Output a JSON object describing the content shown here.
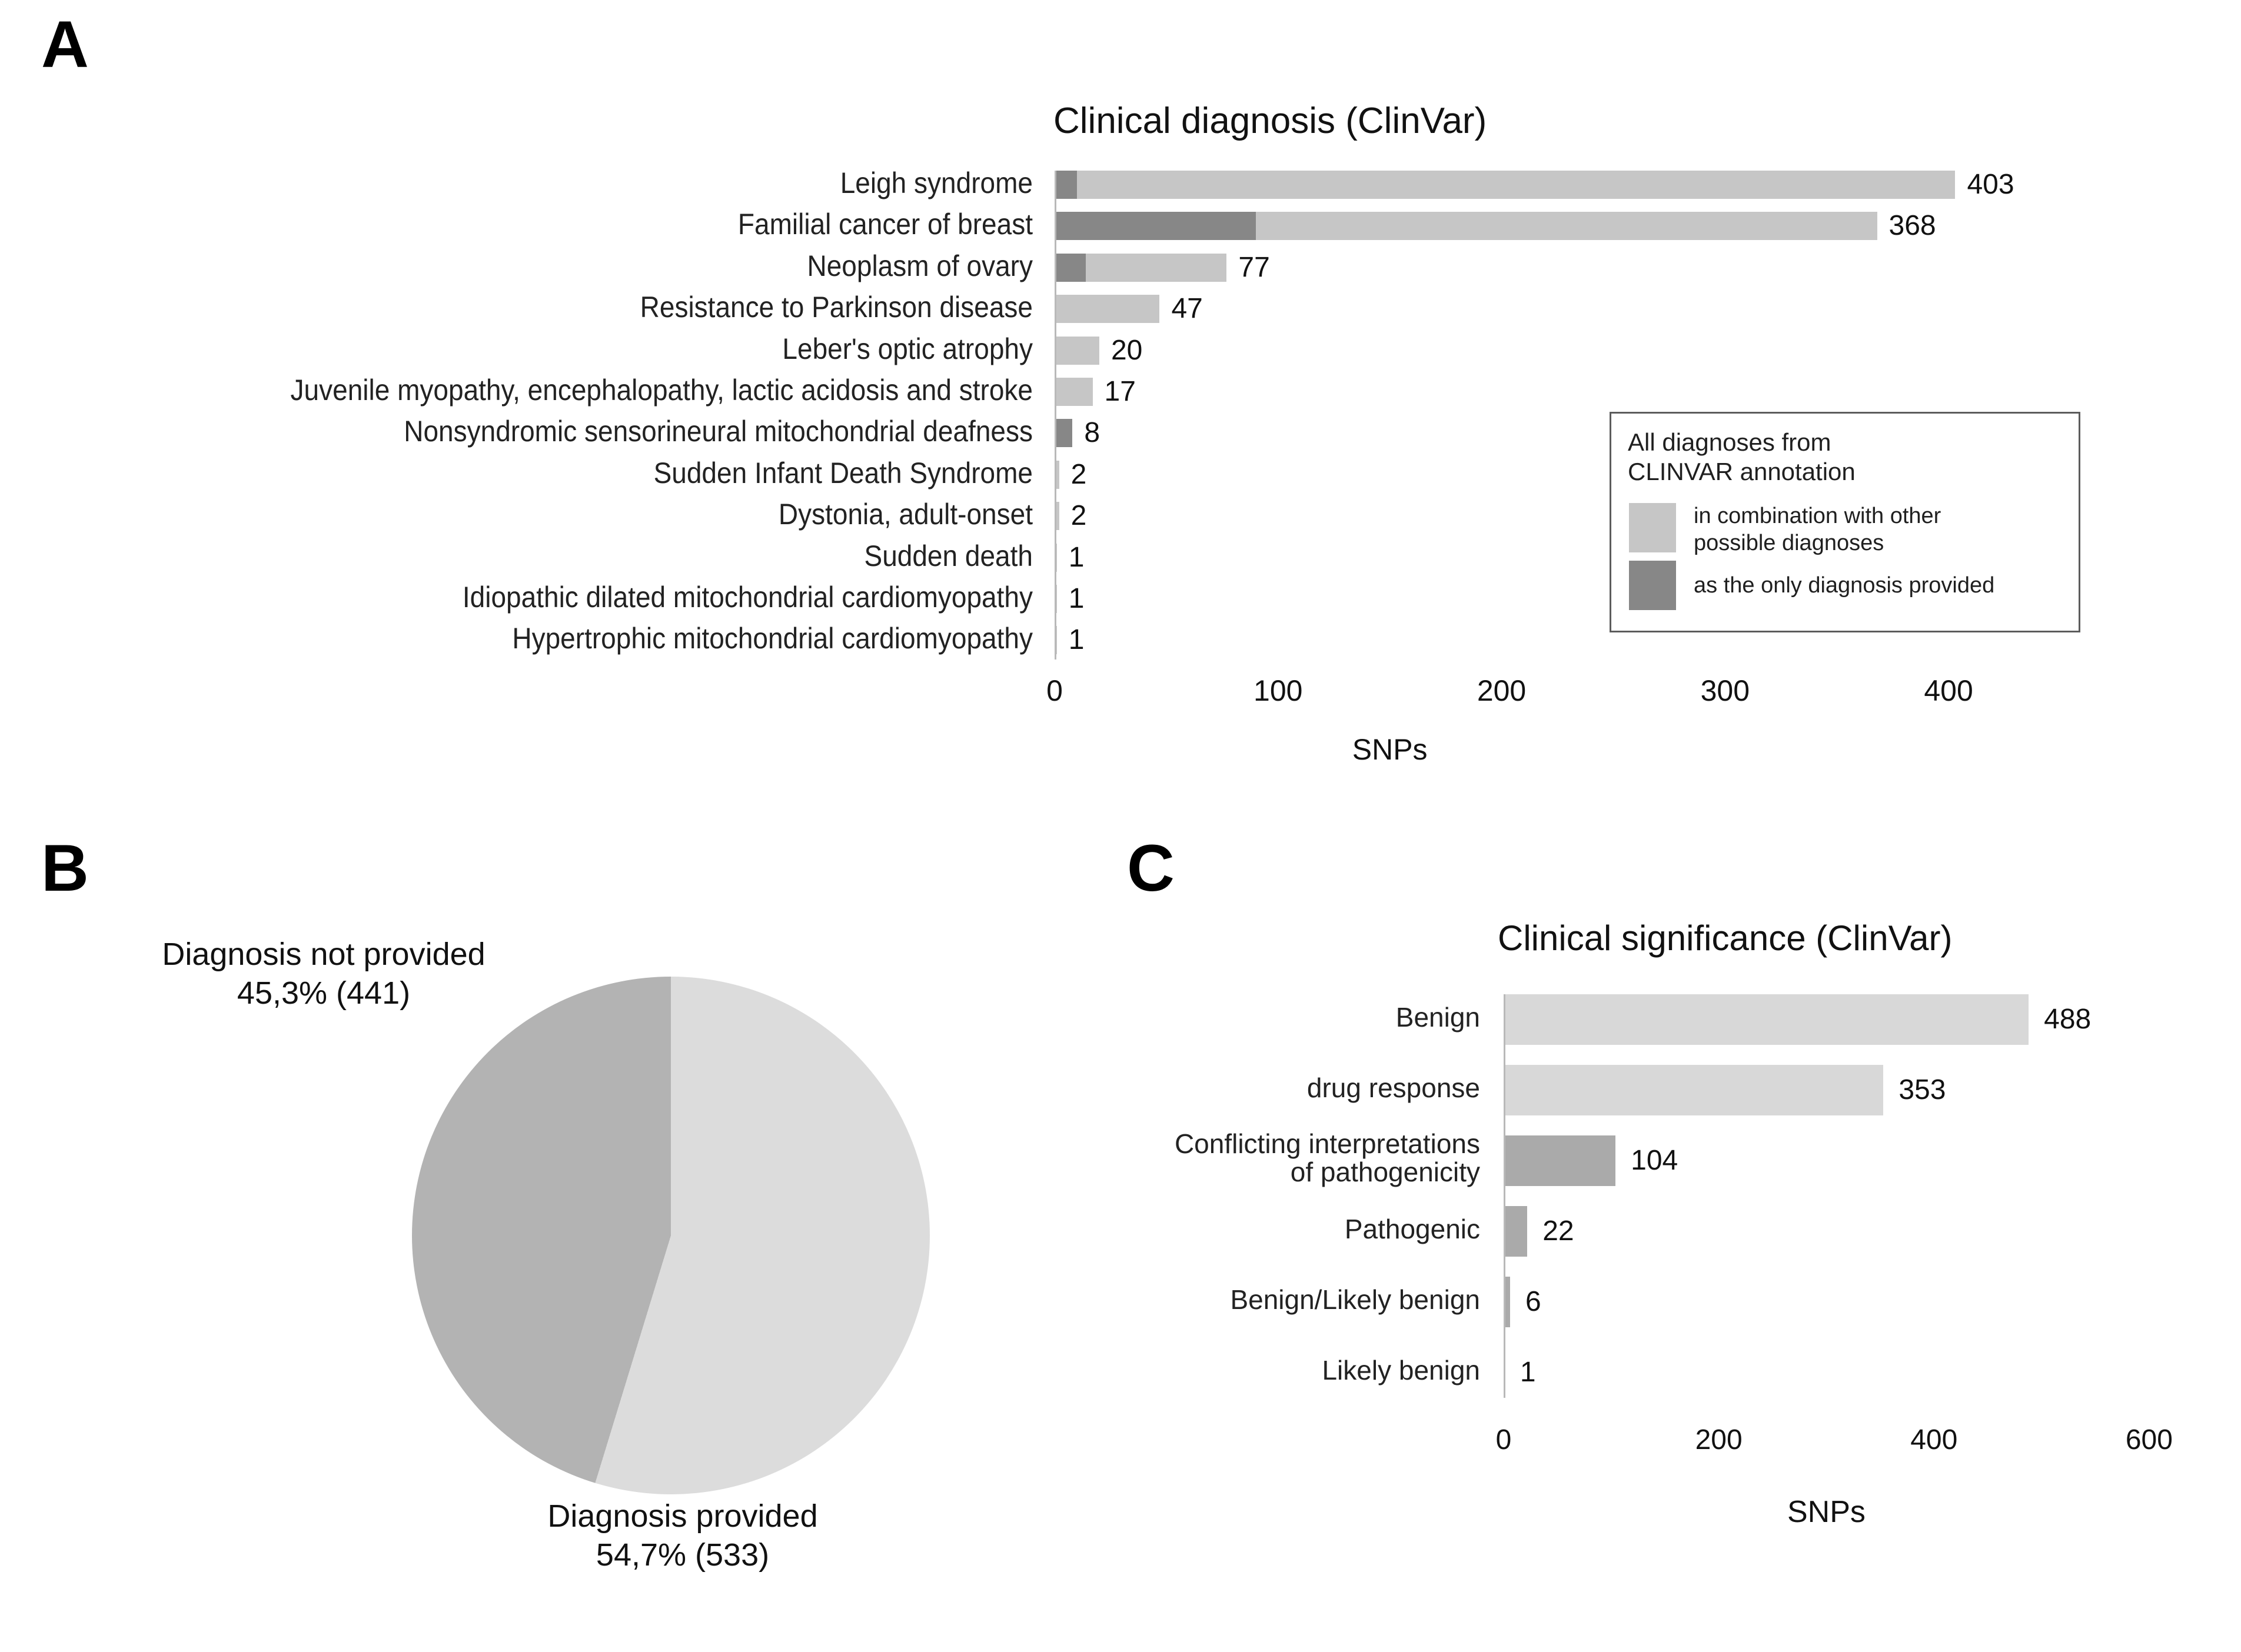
{
  "figure": {
    "panels": [
      {
        "letter": "A"
      },
      {
        "letter": "B"
      },
      {
        "letter": "C"
      }
    ]
  },
  "panelA": {
    "letter": "A",
    "title": "Clinical diagnosis (ClinVar)",
    "xlabel": "SNPs",
    "legend": {
      "title": "All diagnoses from\nCLINVAR annotation",
      "items": [
        {
          "label": "in combination with other\npossible diagnoses",
          "color": "#c6c6c6"
        },
        {
          "label": "as the only diagnosis provided",
          "color": "#878787"
        }
      ]
    }
  },
  "panelB": {
    "letter": "B",
    "label_top": "Diagnosis not provided\n45,3% (441)",
    "label_bottom": "Diagnosis provided\n54,7% (533)"
  },
  "panelC": {
    "letter": "C",
    "title": "Clinical significance (ClinVar)",
    "xlabel": "SNPs"
  },
  "chart_data": [
    {
      "id": "panelA",
      "type": "bar",
      "orientation": "horizontal",
      "stacked": true,
      "title": "Clinical diagnosis (ClinVar)",
      "xlabel": "SNPs",
      "ylabel": "",
      "xlim": [
        0,
        430
      ],
      "xticks": [
        0,
        100,
        200,
        300,
        400
      ],
      "grid": false,
      "legend_position": "inside-right",
      "categories": [
        "Leigh syndrome",
        "Familial cancer of breast",
        "Neoplasm of ovary",
        "Resistance to Parkinson disease",
        "Leber's optic atrophy",
        "Juvenile myopathy, encephalopathy, lactic acidosis and stroke",
        "Nonsyndromic sensorineural mitochondrial deafness",
        "Sudden Infant Death Syndrome",
        "Dystonia, adult-onset",
        "Sudden death",
        "Idiopathic dilated mitochondrial cardiomyopathy",
        "Hypertrophic mitochondrial cardiomyopathy"
      ],
      "totals": [
        403,
        368,
        77,
        47,
        20,
        17,
        8,
        2,
        2,
        1,
        1,
        1
      ],
      "value_labels": [
        "403",
        "368",
        "77",
        "47",
        "20",
        "17",
        "8",
        "2",
        "2",
        "1",
        "1",
        "1"
      ],
      "series": [
        {
          "name": "as the only diagnosis provided",
          "color": "#878787",
          "values": [
            10,
            90,
            14,
            0,
            0,
            0,
            8,
            0,
            0,
            0,
            0,
            0
          ]
        },
        {
          "name": "in combination with other possible diagnoses",
          "color": "#c6c6c6",
          "values": [
            393,
            278,
            63,
            47,
            20,
            17,
            0,
            2,
            2,
            1,
            1,
            1
          ]
        }
      ]
    },
    {
      "id": "panelB",
      "type": "pie",
      "title": "",
      "start_angle_deg": 0,
      "direction": "clockwise",
      "labels": [
        "Diagnosis provided",
        "Diagnosis not provided"
      ],
      "values": [
        533,
        441
      ],
      "percents": [
        "54,7%",
        "45,3%"
      ],
      "counts": [
        533,
        441
      ],
      "colors": [
        "#dcdcdc",
        "#b3b3b3"
      ],
      "total": 974
    },
    {
      "id": "panelC",
      "type": "bar",
      "orientation": "horizontal",
      "stacked": false,
      "title": "Clinical significance (ClinVar)",
      "xlabel": "SNPs",
      "ylabel": "",
      "xlim": [
        0,
        640
      ],
      "xticks": [
        0,
        200,
        400,
        600
      ],
      "grid": false,
      "categories": [
        "Benign",
        "drug response",
        "Conflicting interpretations\nof pathogenicity",
        "Pathogenic",
        "Benign/Likely benign",
        "Likely benign"
      ],
      "values": [
        488,
        353,
        104,
        22,
        6,
        1
      ],
      "value_labels": [
        "488",
        "353",
        "104",
        "22",
        "6",
        "1"
      ],
      "colors": [
        "#d8d8d8",
        "#d8d8d8",
        "#aaaaaa",
        "#aaaaaa",
        "#aaaaaa",
        "#aaaaaa"
      ]
    }
  ]
}
